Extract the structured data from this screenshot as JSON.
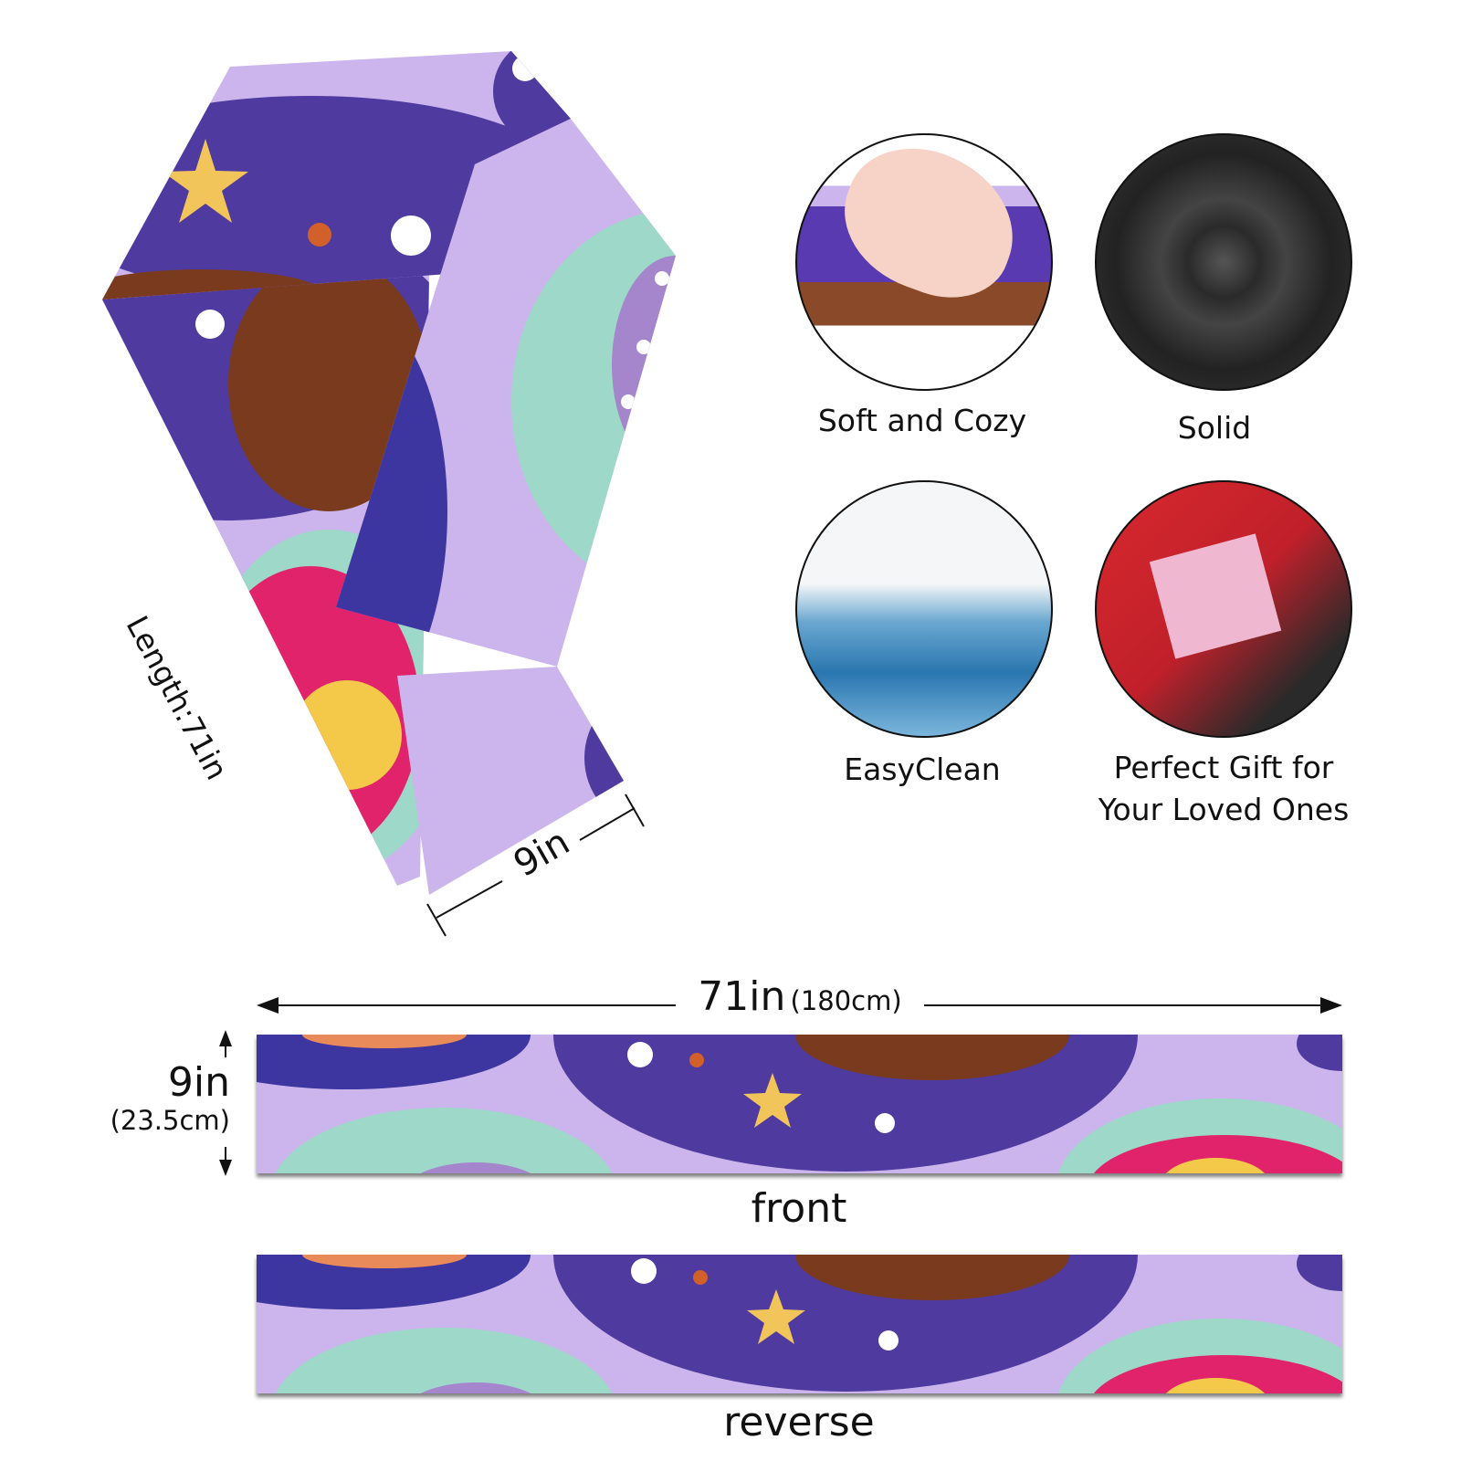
{
  "scarf": {
    "length_label": "Length:71in",
    "width_label": "9in"
  },
  "features": [
    {
      "label": "Soft and Cozy",
      "icon": "hands-on-fabric"
    },
    {
      "label": "Solid",
      "icon": "dark-fabric-swirl"
    },
    {
      "label": "EasyClean",
      "icon": "water-splash"
    },
    {
      "label": "Perfect Gift for Your Loved Ones",
      "icon": "gift-box"
    }
  ],
  "dimensions": {
    "length_main": "71in",
    "length_sub": "(180cm)",
    "width_main": "9in",
    "width_sub": "(23.5cm)"
  },
  "views": {
    "front": "front",
    "reverse": "reverse"
  },
  "colors": {
    "lavender": "#cbb5ec",
    "purple": "#4f3aa0",
    "mint": "#9ed8c8",
    "brown": "#7a3a1e",
    "pink": "#e0236a",
    "yellow": "#f4c94a"
  }
}
